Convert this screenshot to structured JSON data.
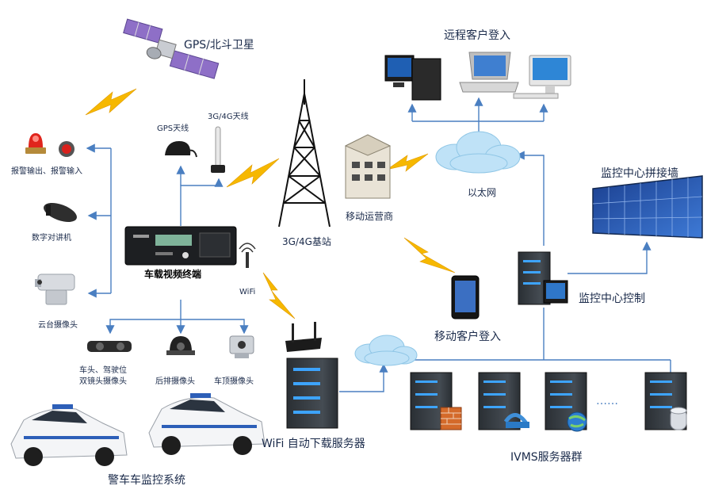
{
  "labels": {
    "satellite": "GPS/北斗卫星",
    "remote_login": "远程客户登入",
    "gps_antenna": "GPS天线",
    "antenna_3g4g": "3G/4G天线",
    "alarm_io": "报警输出、报警输入",
    "intercom": "数字对讲机",
    "terminal": "车载视频终端",
    "ptz_camera": "云台摄像头",
    "front_camera_l1": "车头、驾驶位",
    "front_camera_l2": "双镜头摄像头",
    "rear_camera": "后排摄像头",
    "roof_camera": "车顶摄像头",
    "police_cars": "警车车监控系统",
    "tower": "3G/4G基站",
    "operator": "移动运营商",
    "ethernet": "以太网",
    "video_wall": "监控中心拼接墙",
    "monitor_control": "监控中心控制",
    "mobile_login": "移动客户登入",
    "wifi": "WiFi",
    "wifi_server": "WiFi 自动下载服务器",
    "ivms_servers": "IVMS服务器群",
    "ellipsis": "……"
  },
  "colors": {
    "line": "#4a7fc1",
    "lightning": "#f6b800",
    "server_body": "#3a4046",
    "server_led": "#3da4ff",
    "cloud": "#bfe2f7",
    "text": "#1a2a4a"
  }
}
